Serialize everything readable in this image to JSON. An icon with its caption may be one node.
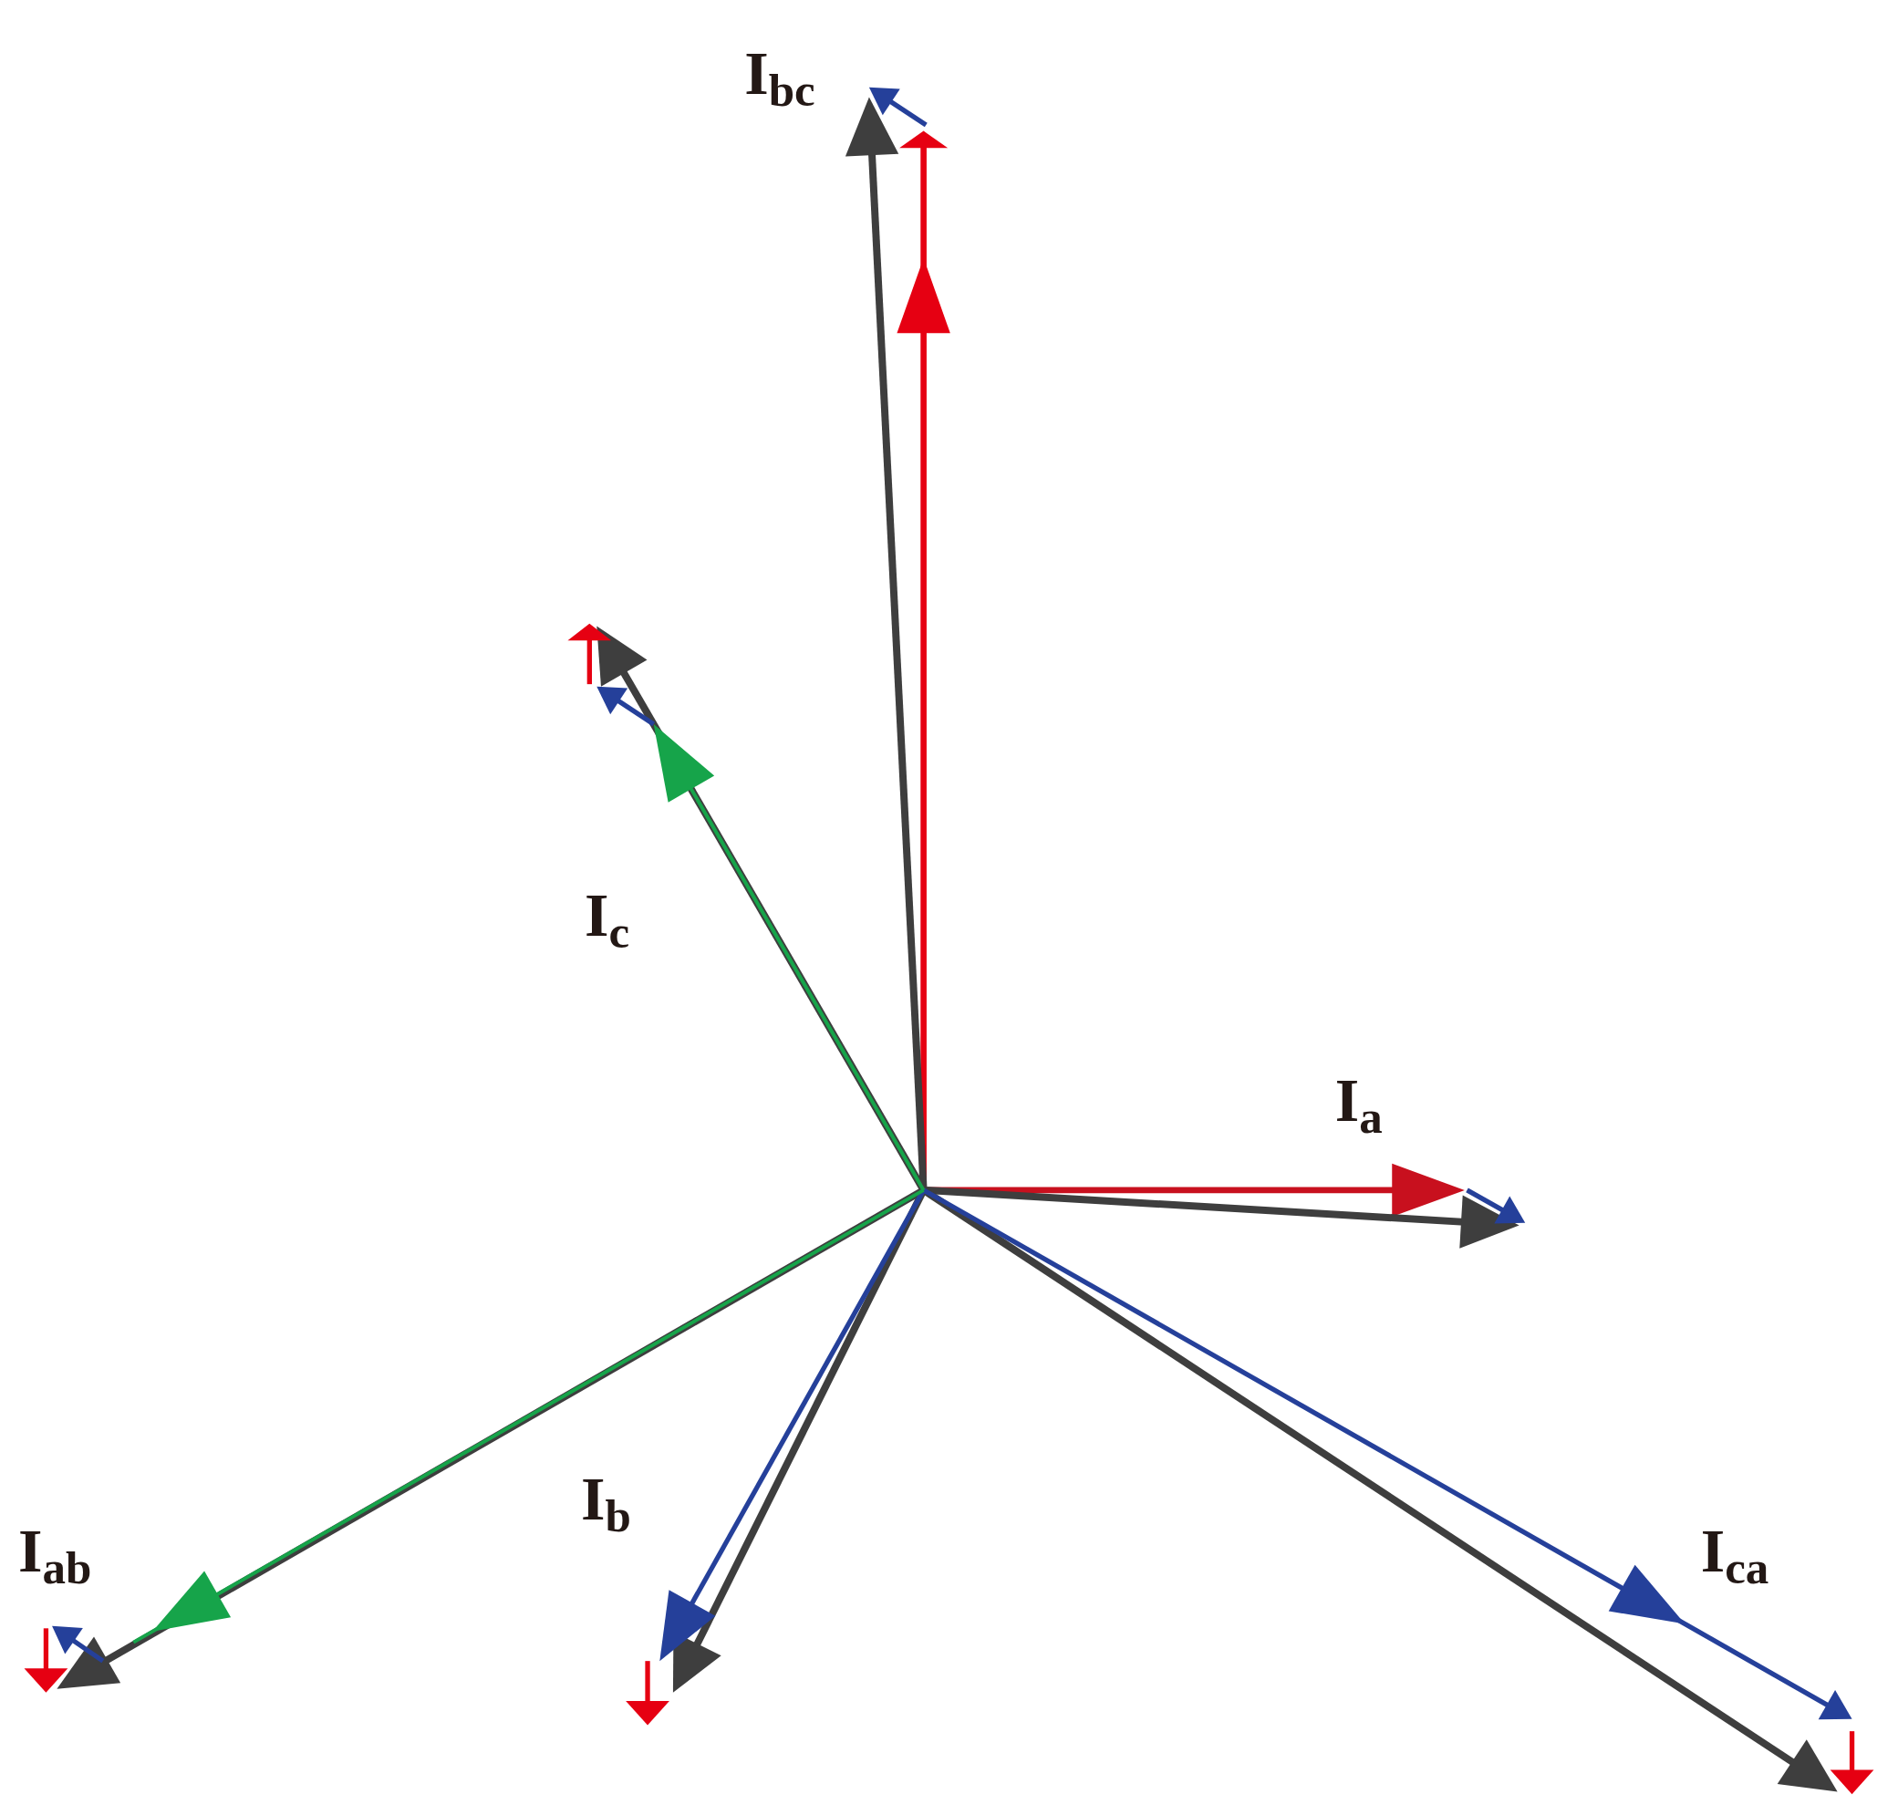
{
  "diagram": {
    "labels": [
      "I$_{bc}$",
      "I$_{c}$",
      "I$_{a}$",
      "I$_{b}$",
      "I$_{ab}$",
      "I$_{ca}$"
    ]
  }
}
